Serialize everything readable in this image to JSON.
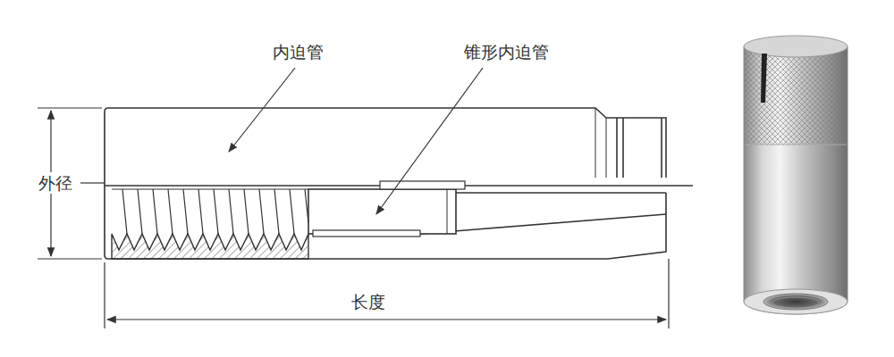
{
  "diagram": {
    "labels": [
      "内迫管",
      "锥形内迫管",
      "外径",
      "长度"
    ]
  }
}
